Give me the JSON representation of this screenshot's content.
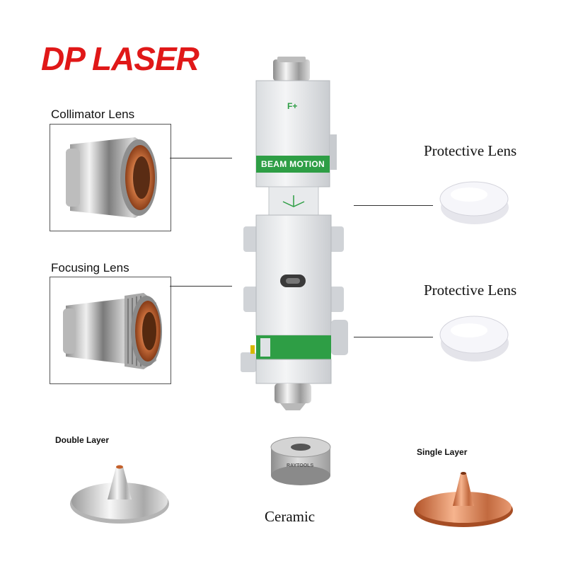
{
  "brand": {
    "name": "DP LASER",
    "color": "#e01818"
  },
  "parts": {
    "collimator": {
      "label": "Collimator Lens"
    },
    "focusing": {
      "label": "Focusing Lens"
    },
    "protective_top": {
      "label": "Protective Lens"
    },
    "protective_bottom": {
      "label": "Protective Lens"
    },
    "double_layer": {
      "label": "Double Layer"
    },
    "ceramic": {
      "label": "Ceramic",
      "engraving": "RAYTOOLS"
    },
    "single_layer": {
      "label": "Single Layer"
    }
  },
  "head": {
    "band_text": "BEAM MOTION",
    "band_color": "#2e9e45"
  }
}
